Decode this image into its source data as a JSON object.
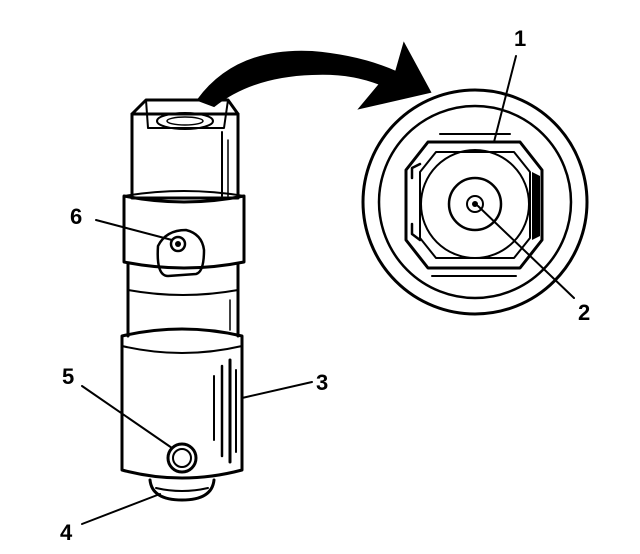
{
  "figure": {
    "type": "lifter-exploded-view",
    "background_color": "#ffffff",
    "ink_color": "#000000",
    "callouts": [
      {
        "id": "1",
        "label": "1"
      },
      {
        "id": "2",
        "label": "2"
      },
      {
        "id": "3",
        "label": "3"
      },
      {
        "id": "4",
        "label": "4"
      },
      {
        "id": "5",
        "label": "5"
      },
      {
        "id": "6",
        "label": "6"
      }
    ]
  }
}
